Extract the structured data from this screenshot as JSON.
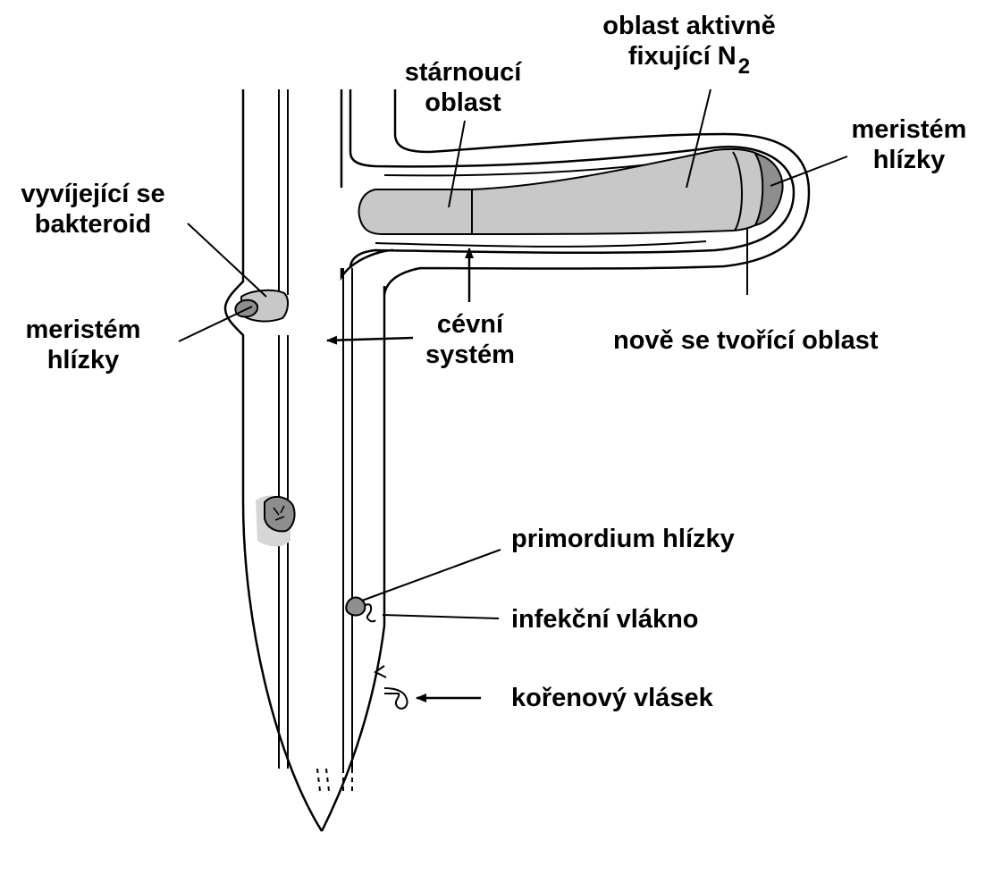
{
  "labels": {
    "senescent_zone": {
      "line1": "stárnoucí",
      "line2": "oblast"
    },
    "fixing_zone": {
      "line1": "oblast aktivně",
      "line2": "fixující N",
      "subscript": "2"
    },
    "meristem_right": {
      "line1": "meristém",
      "line2": "hlízky"
    },
    "developing_bacteroid": {
      "line1": "vyvíjející se",
      "line2": "bakteroid"
    },
    "meristem_left": {
      "line1": "meristém",
      "line2": "hlízky"
    },
    "vascular_system": {
      "line1": "cévní",
      "line2": "systém"
    },
    "new_zone": "nově se tvořící oblast",
    "nodule_primordium": "primordium hlízky",
    "infection_thread": "infekční vlákno",
    "root_hair": "kořenový vlásek"
  },
  "colors": {
    "tissue_light": "#c8c8c8",
    "tissue_dark": "#8e8e8e",
    "ink": "#000000"
  }
}
